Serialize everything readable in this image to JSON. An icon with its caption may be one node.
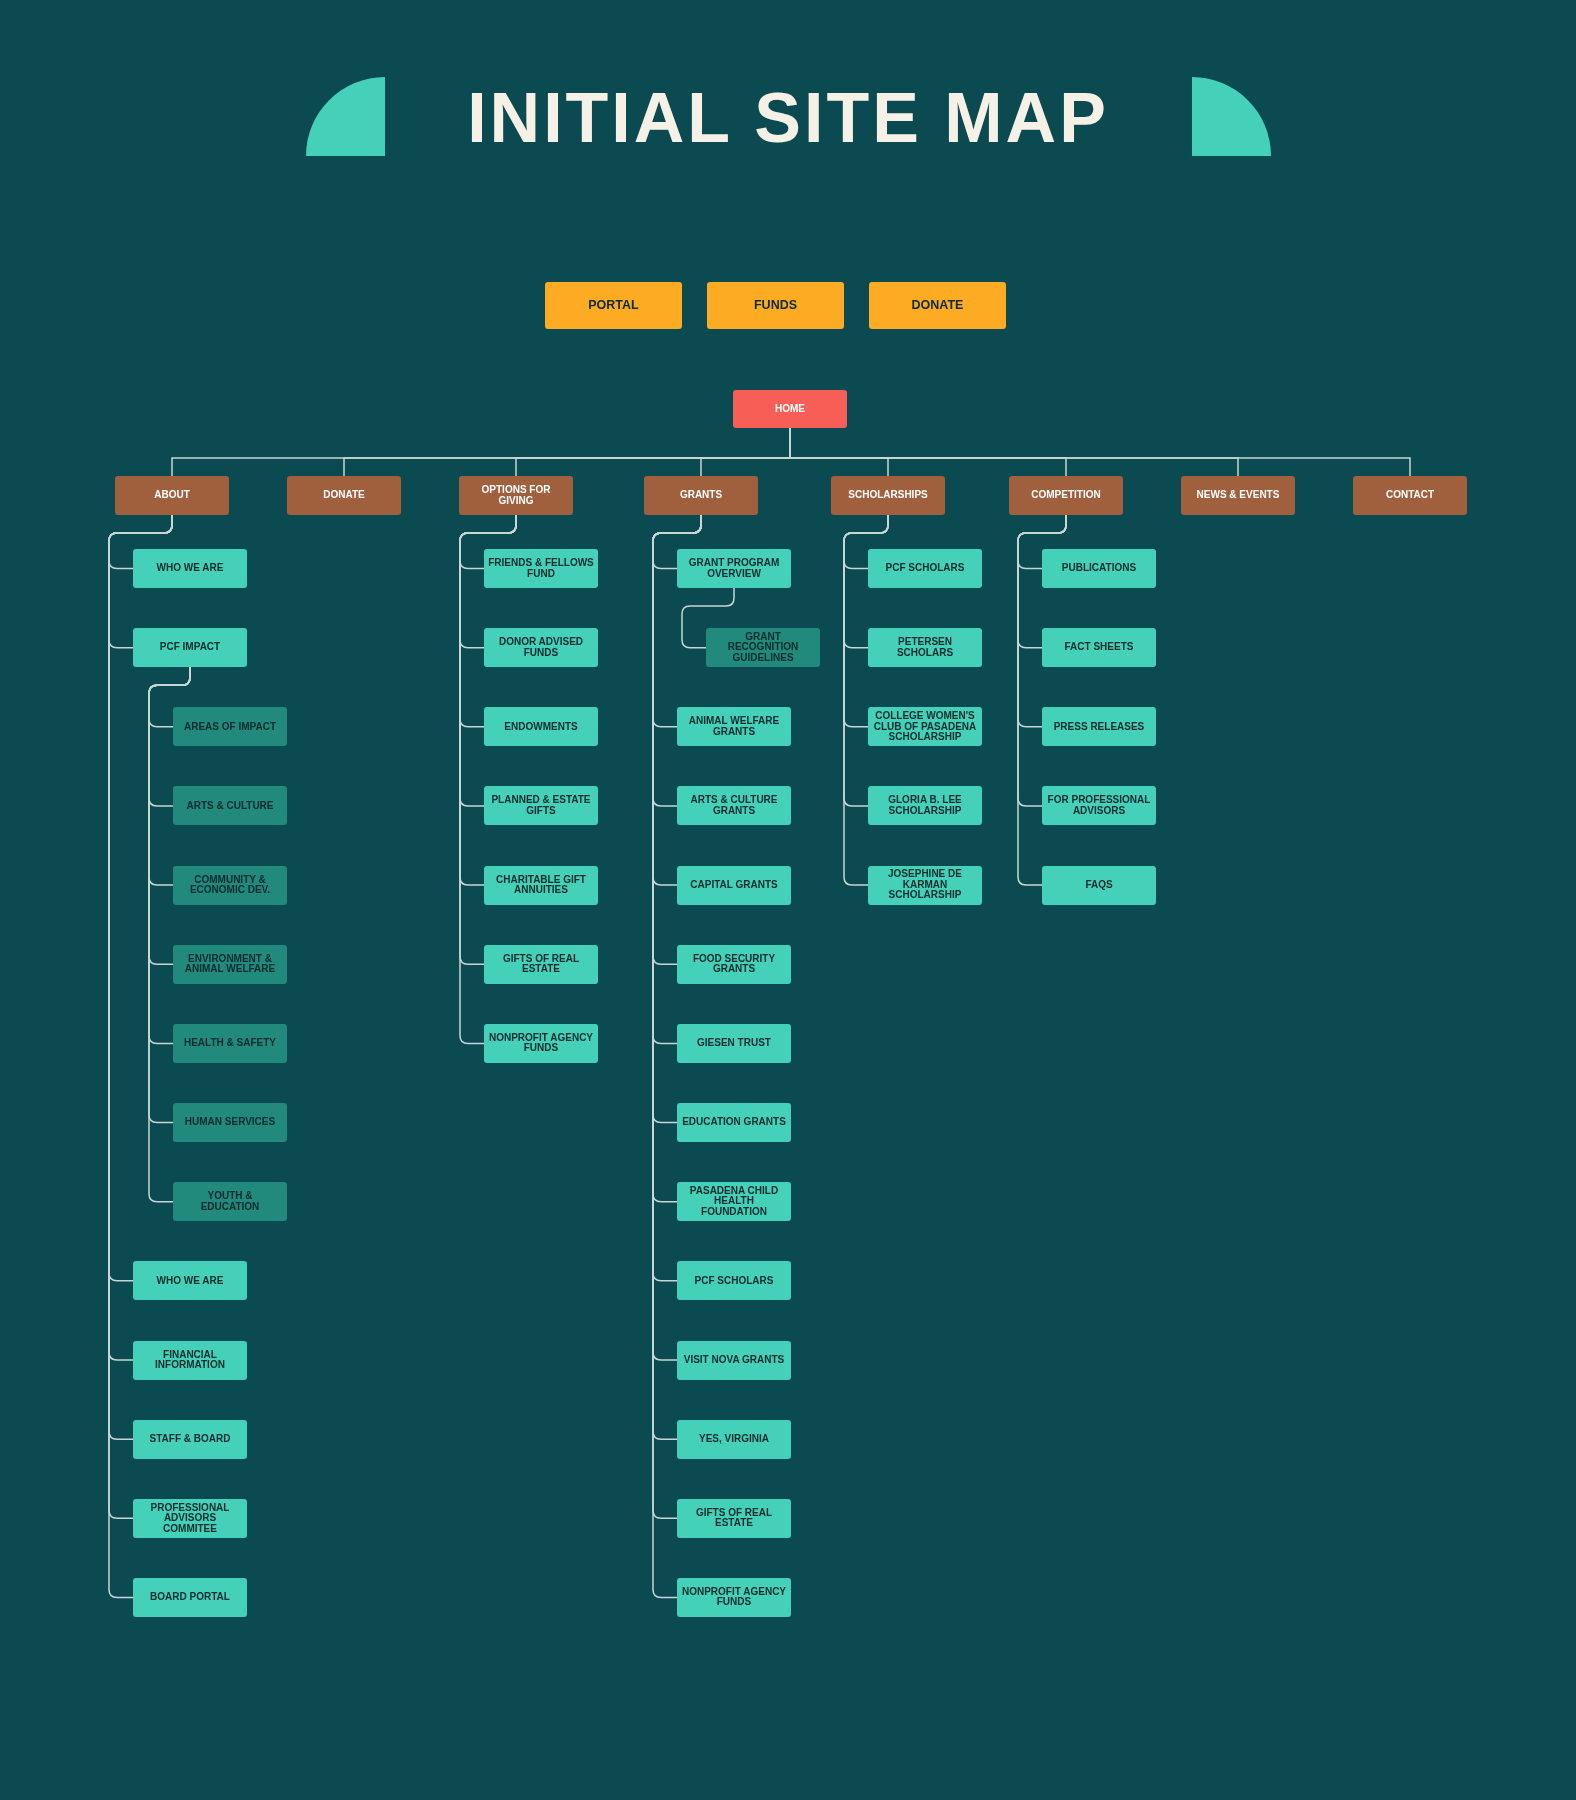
{
  "diagram": {
    "title": "INITIAL SITE MAP",
    "nodes": [
      {
        "text": [
          "PORTAL"
        ]
      },
      {
        "text": [
          "FUNDS"
        ]
      },
      {
        "text": [
          "DONATE"
        ]
      },
      {
        "text": [
          "HOME"
        ]
      },
      {
        "text": [
          "ABOUT"
        ]
      },
      {
        "text": [
          "DONATE"
        ]
      },
      {
        "text": [
          "OPTIONS FOR GIVING"
        ]
      },
      {
        "text": [
          "GRANTS"
        ]
      },
      {
        "text": [
          "SCHOLARSHIPS"
        ]
      },
      {
        "text": [
          "COMPETITION"
        ]
      },
      {
        "text": [
          "NEWS & EVENTS"
        ]
      },
      {
        "text": [
          "CONTACT"
        ]
      },
      {
        "text": [
          "WHO WE ARE"
        ]
      },
      {
        "text": [
          "PCF IMPACT"
        ]
      },
      {
        "text": [
          "AREAS OF IMPACT"
        ]
      },
      {
        "text": [
          "ARTS & CULTURE"
        ]
      },
      {
        "text": [
          "COMMUNITY & ECONOMIC DEV."
        ]
      },
      {
        "text": [
          "ENVIRONMENT & ANIMAL WELFARE"
        ]
      },
      {
        "text": [
          "HEALTH & SAFETY"
        ]
      },
      {
        "text": [
          "HUMAN SERVICES"
        ]
      },
      {
        "text": [
          "YOUTH & EDUCATION"
        ]
      },
      {
        "text": [
          "WHO WE ARE"
        ]
      },
      {
        "text": [
          "FINANCIAL INFORMATION"
        ]
      },
      {
        "text": [
          "STAFF & BOARD"
        ]
      },
      {
        "text": [
          "PROFESSIONAL ADVISORS COMMITEE"
        ]
      },
      {
        "text": [
          "BOARD PORTAL"
        ]
      },
      {
        "text": [
          "FRIENDS & FELLOWS FUND"
        ]
      },
      {
        "text": [
          "DONOR ADVISED FUNDS"
        ]
      },
      {
        "text": [
          "ENDOWMENTS"
        ]
      },
      {
        "text": [
          "PLANNED & ESTATE GIFTS"
        ]
      },
      {
        "text": [
          "CHARITABLE GIFT ANNUITIES"
        ]
      },
      {
        "text": [
          "GIFTS OF REAL ESTATE"
        ]
      },
      {
        "text": [
          "NONPROFIT AGENCY FUNDS"
        ]
      },
      {
        "text": [
          "GRANT PROGRAM OVERVIEW"
        ]
      },
      {
        "text": [
          "GRANT RECOGNITION GUIDELINES"
        ]
      },
      {
        "text": [
          "ANIMAL WELFARE GRANTS"
        ]
      },
      {
        "text": [
          "ARTS & CULTURE GRANTS"
        ]
      },
      {
        "text": [
          "CAPITAL GRANTS"
        ]
      },
      {
        "text": [
          "FOOD SECURITY GRANTS"
        ]
      },
      {
        "text": [
          "GIESEN TRUST"
        ]
      },
      {
        "text": [
          "EDUCATION GRANTS"
        ]
      },
      {
        "text": [
          "PASADENA CHILD HEALTH FOUNDATION"
        ]
      },
      {
        "text": [
          "PCF SCHOLARS"
        ]
      },
      {
        "text": [
          "VISIT NOVA GRANTS"
        ]
      },
      {
        "text": [
          "YES, VIRGINIA"
        ]
      },
      {
        "text": [
          "GIFTS OF REAL ESTATE"
        ]
      },
      {
        "text": [
          "NONPROFIT AGENCY FUNDS"
        ]
      },
      {
        "text": [
          "PCF SCHOLARS"
        ]
      },
      {
        "text": [
          "PETERSEN SCHOLARS"
        ]
      },
      {
        "text": [
          "COLLEGE WOMEN'S CLUB OF PASADENA SCHOLARSHIP"
        ]
      },
      {
        "text": [
          "GLORIA B. LEE SCHOLARSHIP"
        ]
      },
      {
        "text": [
          "JOSEPHINE DE KARMAN SCHOLARSHIP"
        ]
      },
      {
        "text": [
          "PUBLICATIONS"
        ]
      },
      {
        "text": [
          "FACT SHEETS"
        ]
      },
      {
        "text": [
          "PRESS RELEASES"
        ]
      },
      {
        "text": [
          "FOR PROFESSIONAL ADVISORS"
        ]
      },
      {
        "text": [
          "FAQS"
        ]
      }
    ],
    "edges": [
      {
        "from": 3,
        "to": 4,
        "arrow": "none"
      },
      {
        "from": 3,
        "to": 5,
        "arrow": "none"
      },
      {
        "from": 3,
        "to": 6,
        "arrow": "none"
      },
      {
        "from": 3,
        "to": 7,
        "arrow": "none"
      },
      {
        "from": 3,
        "to": 8,
        "arrow": "none"
      },
      {
        "from": 3,
        "to": 9,
        "arrow": "none"
      },
      {
        "from": 3,
        "to": 10,
        "arrow": "none"
      },
      {
        "from": 3,
        "to": 11,
        "arrow": "none"
      },
      {
        "from": 4,
        "to": 12,
        "arrow": "none"
      },
      {
        "from": 4,
        "to": 13,
        "arrow": "none"
      },
      {
        "from": 13,
        "to": 14,
        "arrow": "none"
      },
      {
        "from": 13,
        "to": 15,
        "arrow": "none"
      },
      {
        "from": 13,
        "to": 16,
        "arrow": "none"
      },
      {
        "from": 13,
        "to": 17,
        "arrow": "none"
      },
      {
        "from": 13,
        "to": 18,
        "arrow": "none"
      },
      {
        "from": 13,
        "to": 19,
        "arrow": "none"
      },
      {
        "from": 13,
        "to": 20,
        "arrow": "none"
      },
      {
        "from": 4,
        "to": 21,
        "arrow": "none"
      },
      {
        "from": 4,
        "to": 22,
        "arrow": "none"
      },
      {
        "from": 4,
        "to": 23,
        "arrow": "none"
      },
      {
        "from": 4,
        "to": 24,
        "arrow": "none"
      },
      {
        "from": 4,
        "to": 25,
        "arrow": "none"
      },
      {
        "from": 6,
        "to": 26,
        "arrow": "none"
      },
      {
        "from": 6,
        "to": 27,
        "arrow": "none"
      },
      {
        "from": 6,
        "to": 28,
        "arrow": "none"
      },
      {
        "from": 6,
        "to": 29,
        "arrow": "none"
      },
      {
        "from": 6,
        "to": 30,
        "arrow": "none"
      },
      {
        "from": 6,
        "to": 31,
        "arrow": "none"
      },
      {
        "from": 6,
        "to": 32,
        "arrow": "none"
      },
      {
        "from": 7,
        "to": 33,
        "arrow": "none"
      },
      {
        "from": 33,
        "to": 34,
        "arrow": "none"
      },
      {
        "from": 7,
        "to": 35,
        "arrow": "none"
      },
      {
        "from": 7,
        "to": 36,
        "arrow": "none"
      },
      {
        "from": 7,
        "to": 37,
        "arrow": "none"
      },
      {
        "from": 7,
        "to": 38,
        "arrow": "none"
      },
      {
        "from": 7,
        "to": 39,
        "arrow": "none"
      },
      {
        "from": 7,
        "to": 40,
        "arrow": "none"
      },
      {
        "from": 7,
        "to": 41,
        "arrow": "none"
      },
      {
        "from": 7,
        "to": 42,
        "arrow": "none"
      },
      {
        "from": 7,
        "to": 43,
        "arrow": "none"
      },
      {
        "from": 7,
        "to": 44,
        "arrow": "none"
      },
      {
        "from": 7,
        "to": 45,
        "arrow": "none"
      },
      {
        "from": 7,
        "to": 46,
        "arrow": "none"
      },
      {
        "from": 8,
        "to": 47,
        "arrow": "none"
      },
      {
        "from": 8,
        "to": 48,
        "arrow": "none"
      },
      {
        "from": 8,
        "to": 49,
        "arrow": "none"
      },
      {
        "from": 8,
        "to": 50,
        "arrow": "none"
      },
      {
        "from": 8,
        "to": 51,
        "arrow": "none"
      },
      {
        "from": 9,
        "to": 52,
        "arrow": "none"
      },
      {
        "from": 9,
        "to": 53,
        "arrow": "none"
      },
      {
        "from": 9,
        "to": 54,
        "arrow": "none"
      },
      {
        "from": 9,
        "to": 55,
        "arrow": "none"
      },
      {
        "from": 9,
        "to": 56,
        "arrow": "none"
      }
    ]
  }
}
